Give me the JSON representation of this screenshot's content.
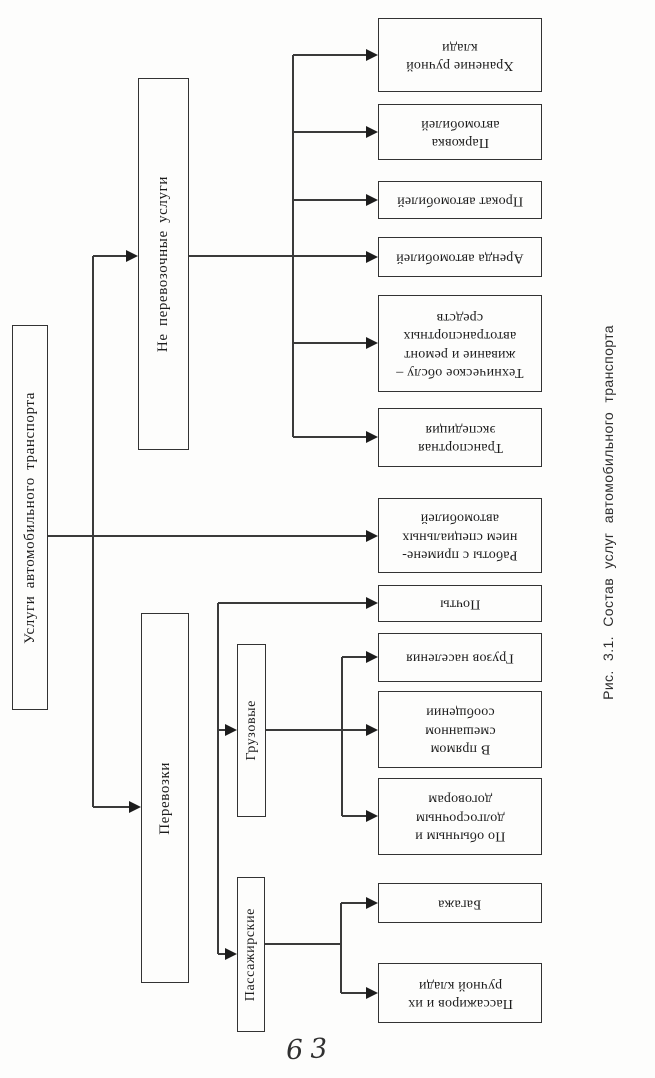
{
  "page": {
    "number": "63"
  },
  "caption": "Рис. 3.1. Состав услуг автомобильного транспорта",
  "tree": {
    "root": "Услуги автомобильного транспорта",
    "branches": {
      "non_carriage": "Не перевозочные услуги",
      "carriage": "Перевозки",
      "freight": "Грузовые",
      "passenger": "Пассажирские"
    },
    "leaves": [
      "Хранение ручной\nклади",
      "Парковка\nавтомобилей",
      "Прокат автомобилей",
      "Аренда автомобилей",
      "Техническое обслу –\nживание и ремонт\nавтотранспортных\nсредств",
      "Транспортная\nэкспедиция",
      "Работы с примене-\nнием специальных\nавтомобилей",
      "Почты",
      "Грузов населения",
      "В прямом\nсмешанном\nсообщении",
      "По обычным и\nдолгосрочным\nдоговорам",
      "Багажа",
      "Пассажиров и их\nручной клади"
    ]
  }
}
